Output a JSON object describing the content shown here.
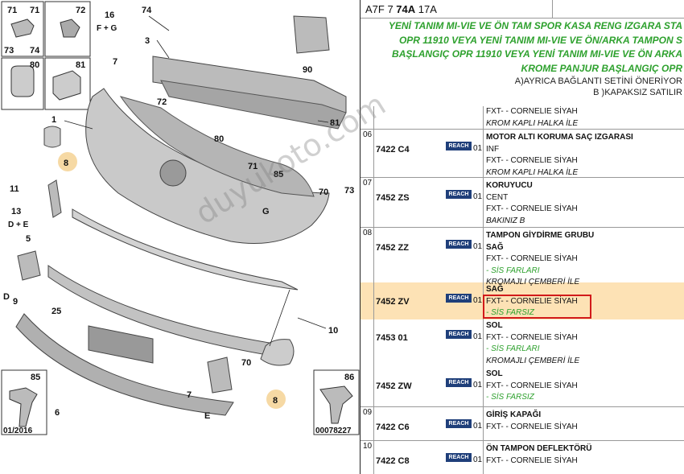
{
  "diagram": {
    "labels": {
      "l71": "71",
      "l72a": "72",
      "l73": "73",
      "l74a": "74",
      "l16": "16",
      "lfg": "F + G",
      "l74b": "74",
      "l3": "3",
      "l90": "90",
      "l80a": "80",
      "l81a": "81",
      "l7": "7",
      "l72b": "72",
      "l1": "1",
      "l81b": "81",
      "l80b": "80",
      "l71b": "71",
      "l8a": "8",
      "l11": "11",
      "l85a": "85",
      "l73b": "73",
      "l70a": "70",
      "lg": "G",
      "l13": "13",
      "lde": "D + E",
      "l5": "5",
      "lD": "D",
      "l9": "9",
      "l25": "25",
      "l10": "10",
      "l70b": "70",
      "l8b": "8",
      "l7b": "7",
      "lE": "E",
      "l6": "6",
      "l85b": "85",
      "l86": "86",
      "date": "01/2016",
      "ref": "00078227"
    },
    "watermark": "duyukoto.com"
  },
  "header": {
    "prefix": "A7F 7 ",
    "bold": "74A",
    "suffix": " 17A"
  },
  "notes": {
    "line1": "YENİ TANIM MI-VIE VE ÖN TAM SPOR KASA RENG IZGARA STA",
    "line2": "OPR 11910 VEYA YENİ TANIM MI-VIE VE ÖN/ARKA TAMPON S",
    "line3": "BAŞLANGIÇ OPR 11910 VEYA YENİ TANIM MI-VIE VE ÖN ARKA",
    "line4": "KROME PANJUR BAŞLANGIÇ OPR",
    "line5": "A)AYRICA BAĞLANTI SETİNİ ÖNERİYOR",
    "line6": "B )KAPAKSIZ SATILIR"
  },
  "rows": [
    {
      "grp": "",
      "ref": "",
      "reach": "",
      "qty": "",
      "lines": [
        {
          "c": "",
          "t": "FXT- - CORNELIE SİYAH"
        },
        {
          "c": "i",
          "t": "KROM KAPLI HALKA İLE"
        }
      ]
    },
    {
      "grp": "06",
      "ref": "7422 C4",
      "reach": "REACH",
      "qty": "01",
      "lines": [
        {
          "c": "t",
          "t": "MOTOR ALTI KORUMA SAÇ IZGARASI"
        },
        {
          "c": "",
          "t": "INF"
        },
        {
          "c": "",
          "t": "FXT- - CORNELIE SİYAH"
        },
        {
          "c": "i",
          "t": "KROM KAPLI HALKA İLE"
        }
      ]
    },
    {
      "grp": "07",
      "ref": "7452 ZS",
      "reach": "REACH",
      "qty": "01",
      "lines": [
        {
          "c": "t",
          "t": "KORUYUCU"
        },
        {
          "c": "",
          "t": "CENT"
        },
        {
          "c": "",
          "t": "FXT- - CORNELIE SİYAH"
        },
        {
          "c": "i",
          "t": "BAKINIZ B"
        }
      ]
    },
    {
      "grp": "08",
      "ref": "7452 ZZ",
      "reach": "REACH",
      "qty": "01",
      "lines": [
        {
          "c": "t",
          "t": "TAMPON GİYDİRME GRUBU"
        },
        {
          "c": "t",
          "t": "SAĞ"
        },
        {
          "c": "",
          "t": "FXT- - CORNELIE SİYAH"
        },
        {
          "c": "g",
          "t": "- SİS FARLARI"
        },
        {
          "c": "i",
          "t": "KROMAJLI ÇEMBERİ İLE"
        }
      ]
    },
    {
      "grp": "",
      "ref": "7452 ZV",
      "reach": "REACH",
      "qty": "01",
      "lines": [
        {
          "c": "t",
          "t": "SAĞ"
        },
        {
          "c": "",
          "t": "FXT- - CORNELIE SİYAH"
        },
        {
          "c": "g",
          "t": "- SİS FARSIZ"
        }
      ]
    },
    {
      "grp": "",
      "ref": "7453 01",
      "reach": "REACH",
      "qty": "01",
      "lines": [
        {
          "c": "t",
          "t": "SOL"
        },
        {
          "c": "",
          "t": "FXT- - CORNELIE SİYAH"
        },
        {
          "c": "g",
          "t": "- SİS FARLARI"
        },
        {
          "c": "i",
          "t": "KROMAJLI ÇEMBERİ İLE"
        }
      ]
    },
    {
      "grp": "",
      "ref": "7452 ZW",
      "reach": "REACH",
      "qty": "01",
      "lines": [
        {
          "c": "t",
          "t": "SOL"
        },
        {
          "c": "",
          "t": "FXT- - CORNELIE SİYAH"
        },
        {
          "c": "g",
          "t": "- SİS FARSIZ"
        }
      ]
    },
    {
      "grp": "09",
      "ref": "7422 C6",
      "reach": "REACH",
      "qty": "01",
      "lines": [
        {
          "c": "t",
          "t": "GİRİŞ KAPAĞI"
        },
        {
          "c": "",
          "t": "FXT- - CORNELIE SİYAH"
        }
      ]
    },
    {
      "grp": "10",
      "ref": "7422 C8",
      "reach": "REACH",
      "qty": "01",
      "lines": [
        {
          "c": "t",
          "t": "ÖN TAMPON DEFLEKTÖRÜ"
        },
        {
          "c": "",
          "t": "FXT- - CORNELIE SİYAH"
        }
      ]
    }
  ]
}
